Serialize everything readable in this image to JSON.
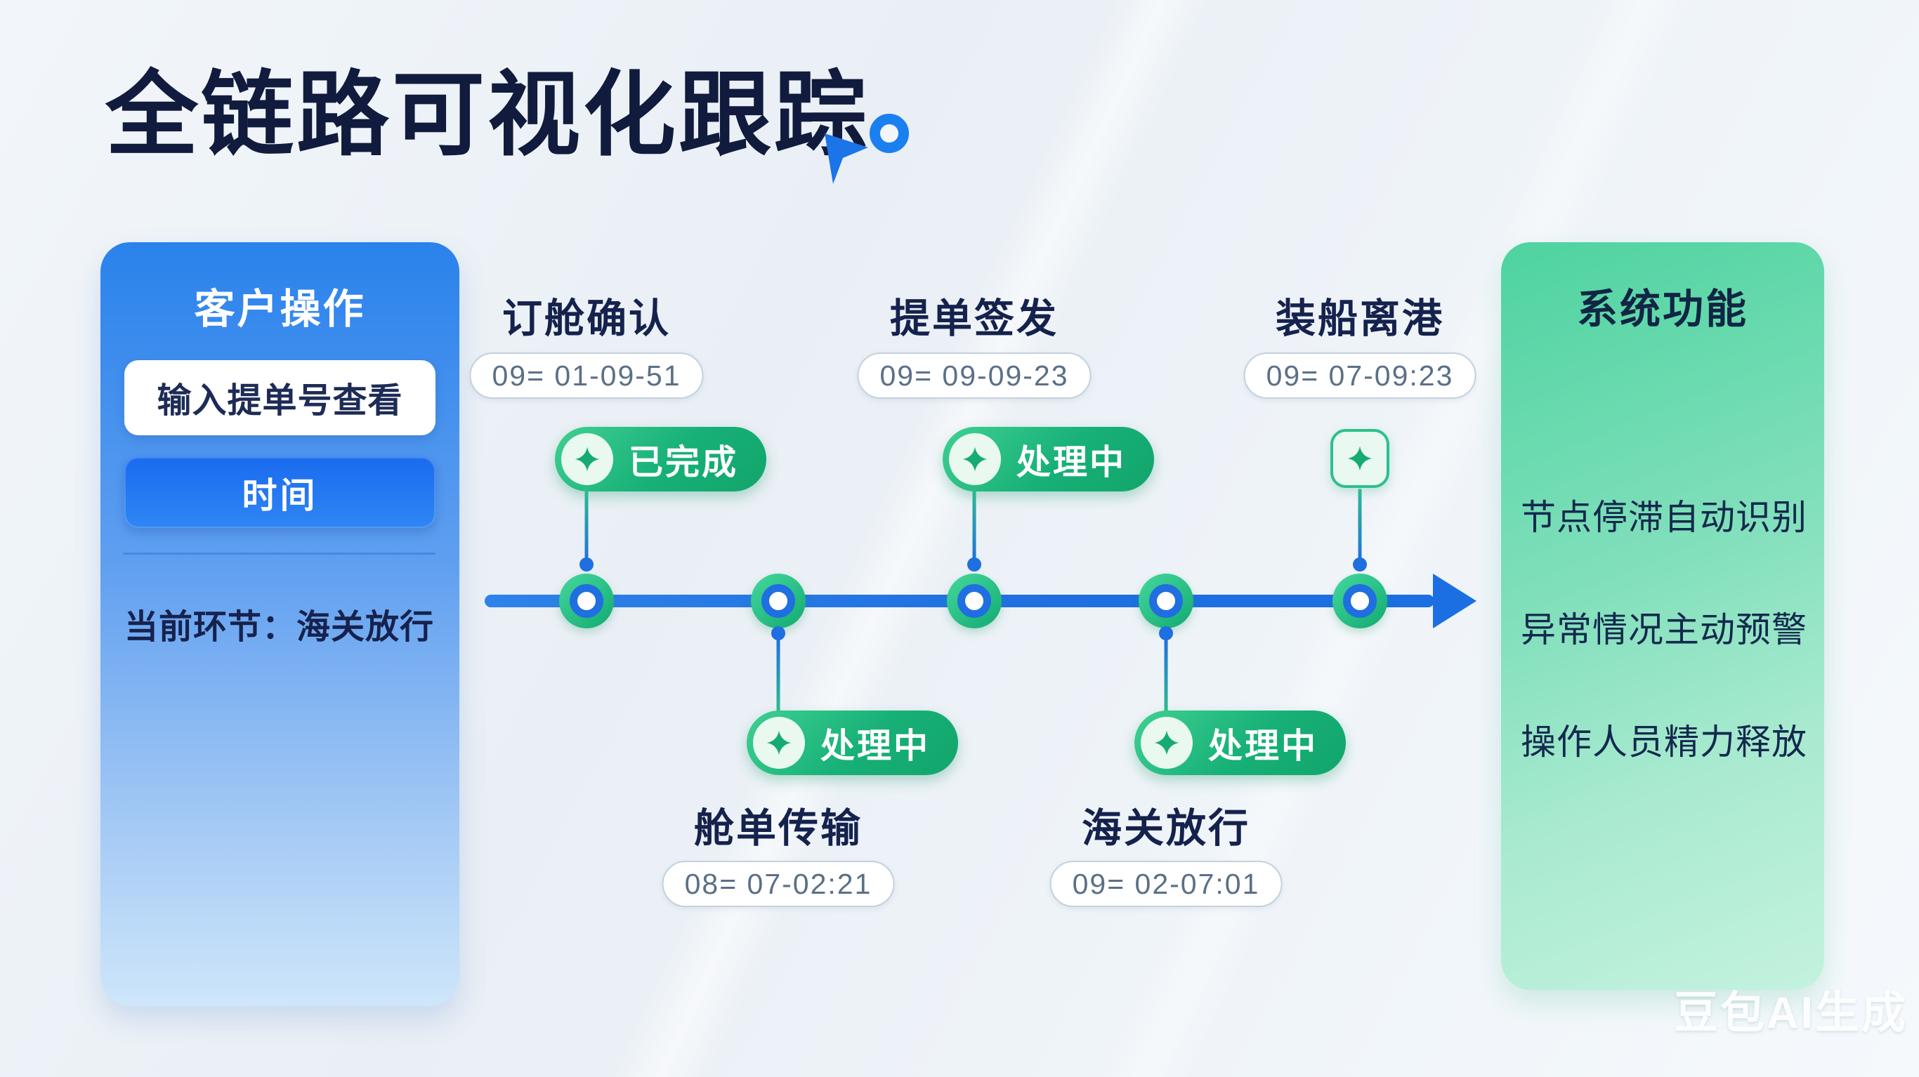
{
  "page": {
    "title": "全链路可视化跟踪",
    "watermark": "豆包AI生成"
  },
  "left_panel": {
    "title": "客户操作",
    "input_value": "输入提单号查看",
    "button_label": "时间",
    "current_step": "当前环节：海关放行"
  },
  "right_panel": {
    "title": "系统功能",
    "items": [
      "节点停滞自动识别",
      "异常情况主动预警",
      "操作人员精力释放"
    ]
  },
  "timeline": {
    "nodes": [
      {
        "label": "订舱确认",
        "timestamp": "09= 01-09-51",
        "status": "已完成",
        "position": "above"
      },
      {
        "label": "舱单传输",
        "timestamp": "08= 07-02:21",
        "status": "处理中",
        "position": "below"
      },
      {
        "label": "提单签发",
        "timestamp": "09= 09-09-23",
        "status": "处理中",
        "position": "above"
      },
      {
        "label": "海关放行",
        "timestamp": "09= 02-07:01",
        "status": "处理中",
        "position": "below"
      },
      {
        "label": "装船离港",
        "timestamp": "09= 07-09:23",
        "status": "",
        "position": "above"
      }
    ]
  },
  "colors": {
    "accent_blue": "#1b6fe2",
    "accent_green": "#14ab73",
    "navy_text": "#15224d",
    "panel_blue_top": "#2a82ec",
    "panel_green_top": "#4ed3a0",
    "timestamp_text": "#5a7086"
  }
}
